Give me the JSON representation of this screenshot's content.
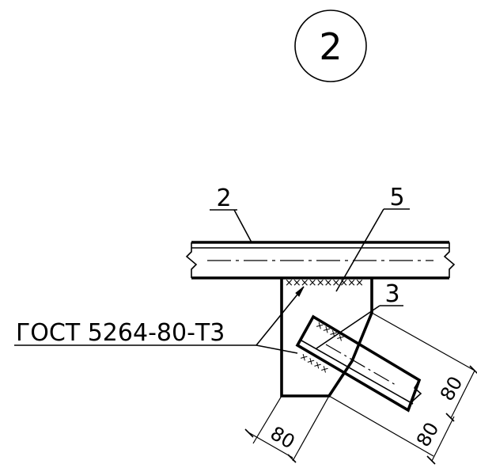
{
  "view_marker": "2",
  "leaders": {
    "part_beam": "2",
    "part_plate": "5",
    "part_brace": "3",
    "weld_standard": "ГОСТ 5264-80-Т3"
  },
  "dimensions": {
    "plate_left_edge": "80",
    "brace_offset_top": "80",
    "brace_offset_bottom": "80"
  }
}
